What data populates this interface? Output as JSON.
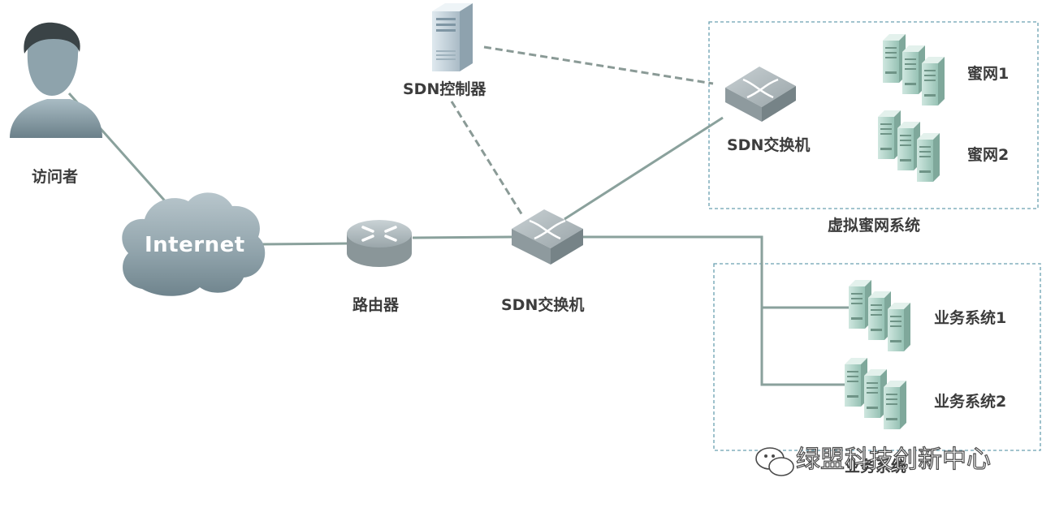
{
  "nodes": {
    "visitor": "访问者",
    "internet": "Internet",
    "router": "路由器",
    "sdn_switch_main": "SDN交换机",
    "sdn_controller": "SDN控制器",
    "sdn_switch_honeynet": "SDN交换机",
    "honeynet1": "蜜网1",
    "honeynet2": "蜜网2",
    "business1": "业务系统1",
    "business2": "业务系统2"
  },
  "groups": {
    "virtual_honeynet": "虚拟蜜网系统",
    "business_hidden": "业务系统"
  },
  "watermark": "绿盟科技创新中心",
  "colors": {
    "link": "#8aa19c",
    "dashed_link": "#8a9a96",
    "group_border": "#6aa0b0",
    "server": "#a9d1c5"
  }
}
